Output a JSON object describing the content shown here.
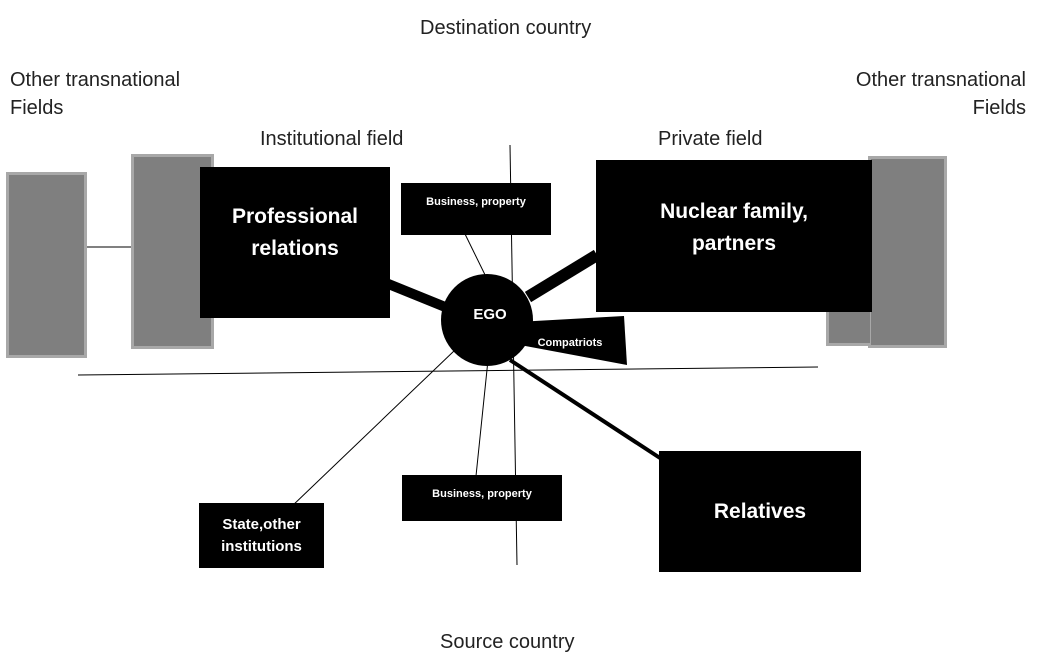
{
  "labels": {
    "destination": "Destination country",
    "source": "Source country",
    "other_left": "Other transnational\nFields",
    "other_right": "Other transnational\nFields",
    "institutional": "Institutional field",
    "private": "Private field"
  },
  "nodes": {
    "ego": "EGO",
    "professional": "Professional relations",
    "nuclear": "Nuclear family, partners",
    "business_top": "Business, property",
    "business_bottom": "Business, property",
    "compatriots": "Compatriots",
    "relatives": "Relatives",
    "state": "State,other institutions"
  },
  "colors": {
    "node": "#000000",
    "other_field_fill": "#7f7f7f",
    "other_field_border": "#a8a8a8"
  }
}
